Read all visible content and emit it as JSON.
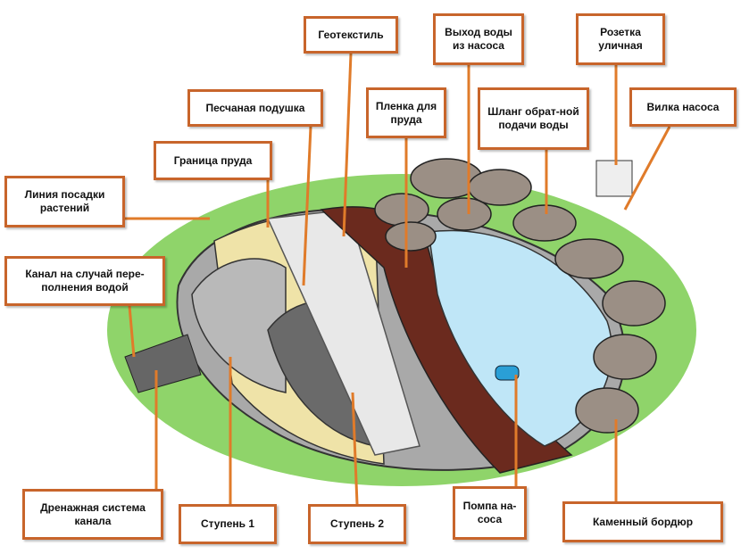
{
  "title": "Pond construction diagram",
  "labels": {
    "geotextile": "Геотекстиль",
    "pump_outlet": "Выход воды из насоса",
    "outdoor_socket": "Розетка уличная",
    "sand_cushion": "Песчаная подушка",
    "pond_liner": "Пленка для пруда",
    "return_hose": "Шланг обрат-ной подачи воды",
    "pump_plug": "Вилка насоса",
    "pond_border": "Граница пруда",
    "planting_line": "Линия посадки растений",
    "overflow_channel": "Канал на случай пере-полнения водой",
    "drainage": "Дренажная система канала",
    "step1": "Ступень 1",
    "step2": "Ступень 2",
    "pump": "Помпа на-соса",
    "stone_border": "Каменный бордюр"
  },
  "colors": {
    "leader": "#e07b2a",
    "border": "#c8652b",
    "grass": "#8fd46a",
    "water": "#bfe6f7",
    "liner": "#6b2a1e"
  }
}
